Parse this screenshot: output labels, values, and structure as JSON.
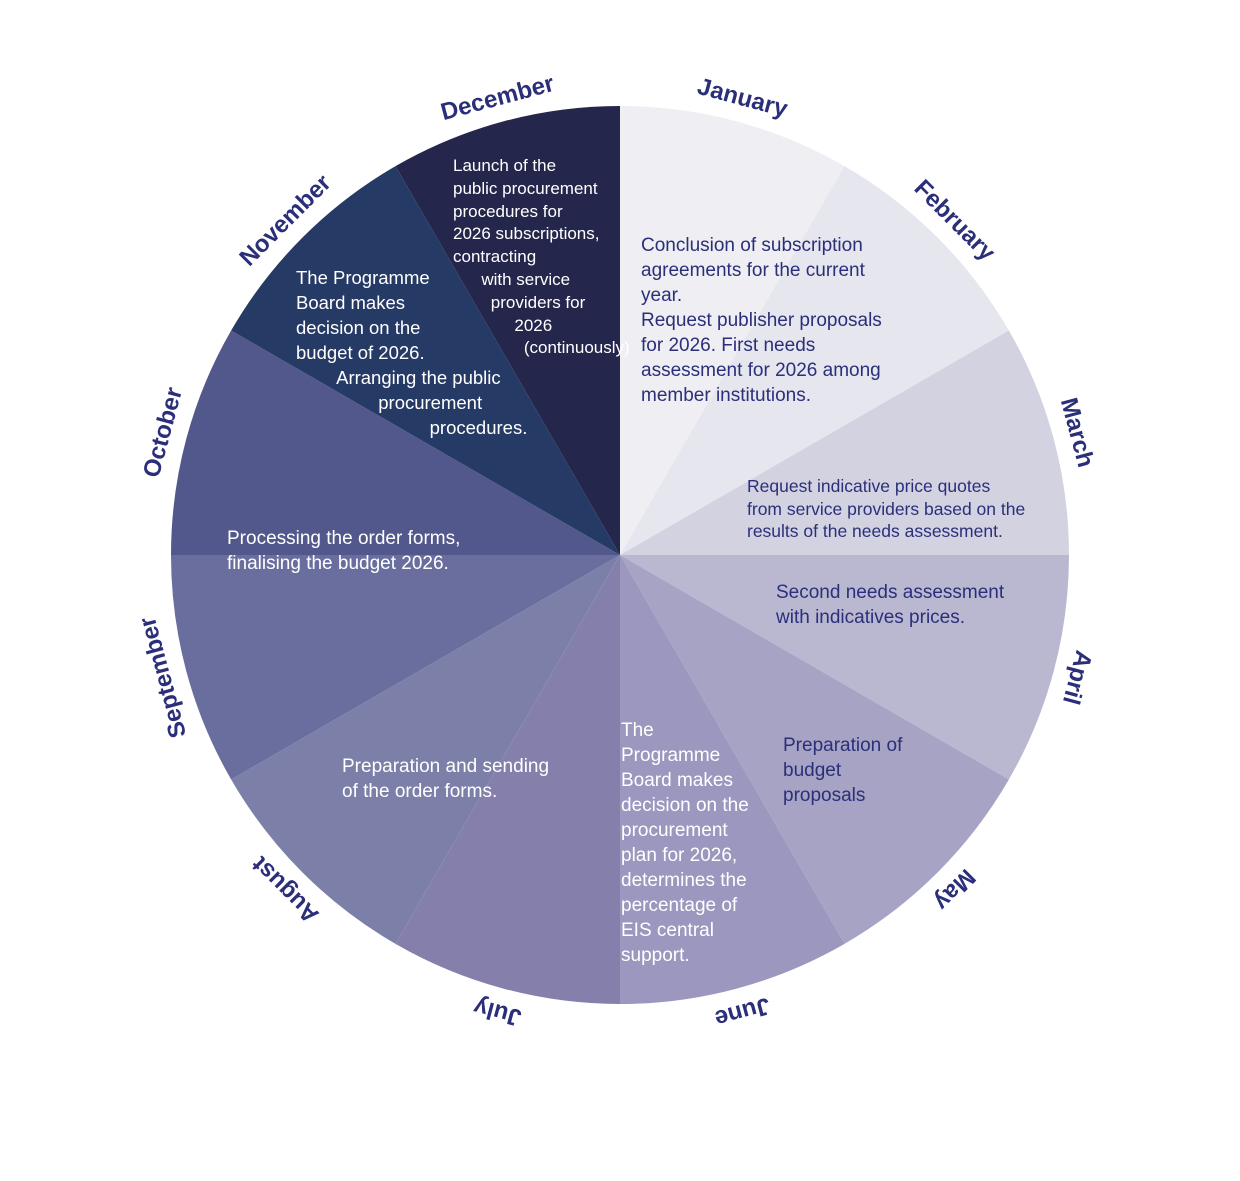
{
  "months": [
    {
      "name": "January",
      "color": "#eeeef3"
    },
    {
      "name": "February",
      "color": "#e6e6ef"
    },
    {
      "name": "March",
      "color": "#d2d2e1"
    },
    {
      "name": "April",
      "color": "#bab8d1"
    },
    {
      "name": "May",
      "color": "#a6a3c4"
    },
    {
      "name": "June",
      "color": "#9b97be"
    },
    {
      "name": "July",
      "color": "#8580ab"
    },
    {
      "name": "August",
      "color": "#7c80a8"
    },
    {
      "name": "September",
      "color": "#6a6e9e"
    },
    {
      "name": "October",
      "color": "#52588c"
    },
    {
      "name": "November",
      "color": "#263a66"
    },
    {
      "name": "December",
      "color": "#25264c"
    }
  ],
  "notes": [
    {
      "key": "december",
      "text": "Launch of the\npublic procurement\nprocedures for\n2026 subscriptions,\ncontracting\n      with service\n        providers for\n             2026\n               (continuously)",
      "tone": "light"
    },
    {
      "key": "november",
      "text": "The Programme\nBoard makes\ndecision on the\nbudget of 2026.\n        Arranging the public\n                procurement\n                          procedures.",
      "tone": "light"
    },
    {
      "key": "january",
      "text": "Conclusion of subscription\nagreements for the current\nyear.\nRequest publisher proposals\nfor 2026. First needs\nassessment for 2026 among\nmember institutions.",
      "tone": "dark"
    },
    {
      "key": "march",
      "text": "Request indicative price quotes\nfrom service providers based on the\nresults of the needs assessment.",
      "tone": "dark"
    },
    {
      "key": "april",
      "text": "Second needs assessment\nwith indicatives prices.",
      "tone": "dark"
    },
    {
      "key": "october",
      "text": "Processing the order forms,\nfinalising the budget 2026.",
      "tone": "light"
    },
    {
      "key": "may",
      "text": "Preparation of\nbudget\nproposals",
      "tone": "dark"
    },
    {
      "key": "june",
      "text": "The\nProgramme\nBoard makes\ndecision on the\nprocurement\nplan for 2026,\ndetermines the\npercentage of\nEIS central\nsupport.",
      "tone": "light"
    },
    {
      "key": "august",
      "text": "Preparation and sending\nof the order forms.",
      "tone": "light"
    }
  ]
}
